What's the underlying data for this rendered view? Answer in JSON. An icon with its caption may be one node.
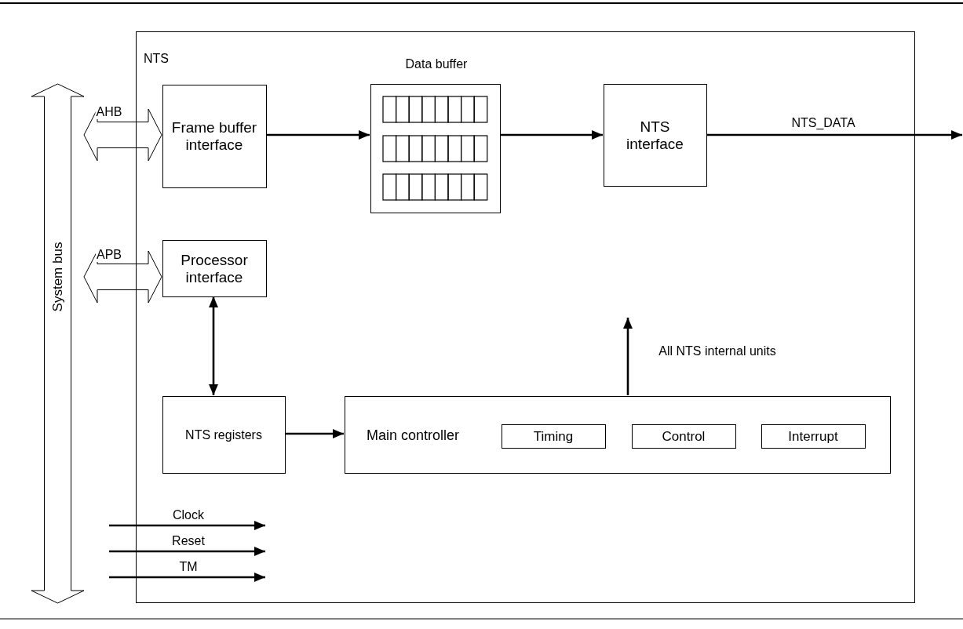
{
  "diagram": {
    "nodes": [
      {
        "text": [
          "NTS"
        ]
      },
      {
        "text": [
          "System bus"
        ]
      },
      {
        "text": [
          "Frame buffer interface"
        ],
        "in": 0
      },
      {
        "text": [
          "Data buffer"
        ],
        "in": 0
      },
      {
        "text": [
          "NTS interface"
        ],
        "in": 0
      },
      {
        "text": [
          "Processor interface"
        ],
        "in": 0
      },
      {
        "text": [
          "NTS registers"
        ],
        "in": 0
      },
      {
        "text": [
          "Main controller"
        ],
        "in": 0
      },
      {
        "text": [
          "Timing"
        ],
        "in": 7
      },
      {
        "text": [
          "Control"
        ],
        "in": 7
      },
      {
        "text": [
          "Interrupt"
        ],
        "in": 7
      }
    ],
    "edges": [
      {
        "from": 1,
        "to": 2,
        "arrow": "both",
        "label": "AHB",
        "style": "thick"
      },
      {
        "from": 1,
        "to": 5,
        "arrow": "both",
        "label": "APB",
        "style": "thick"
      },
      {
        "from": 2,
        "to": 3,
        "arrow": "to"
      },
      {
        "from": 3,
        "to": 4,
        "arrow": "to"
      },
      {
        "from": 4,
        "to": null,
        "arrow": "to",
        "label": "NTS_DATA"
      },
      {
        "from": 5,
        "to": 6,
        "arrow": "both"
      },
      {
        "from": 6,
        "to": 7,
        "arrow": "to"
      },
      {
        "from": 7,
        "to": null,
        "arrow": "to",
        "label": "All NTS internal units"
      }
    ],
    "labels": [
      "Clock",
      "Reset",
      "TM"
    ]
  }
}
